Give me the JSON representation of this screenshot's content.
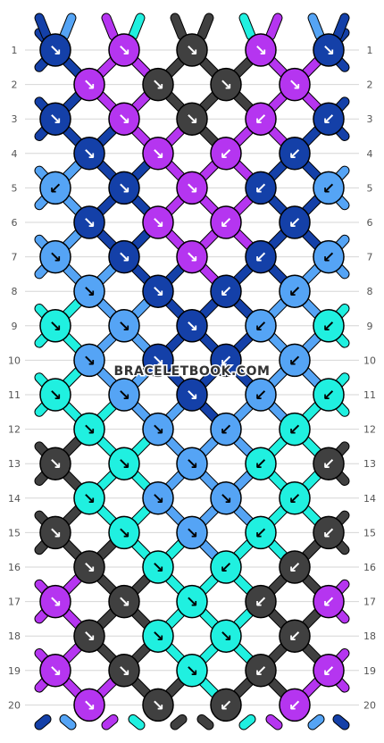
{
  "pattern": {
    "strand_letters_top": [
      "B",
      "C",
      "A",
      "D",
      "E",
      "E",
      "D",
      "A",
      "C",
      "B"
    ],
    "strand_letters_bottom": [
      "B",
      "C",
      "A",
      "D",
      "E",
      "E",
      "D",
      "A",
      "C",
      "B"
    ],
    "row_numbers": [
      "1",
      "2",
      "3",
      "4",
      "5",
      "6",
      "7",
      "8",
      "9",
      "10",
      "11",
      "12",
      "13",
      "14",
      "15",
      "16",
      "17",
      "18",
      "19",
      "20"
    ],
    "watermark": "BRACELETBOOK.COM",
    "colors": {
      "A": "#b535f0",
      "B": "#1440a8",
      "C": "#55a4f5",
      "D": "#20f0e0",
      "E": "#404040"
    },
    "rows": [
      [
        {
          "c": "B",
          "d": "↘"
        },
        {
          "c": "A",
          "d": "↘"
        },
        {
          "c": "E",
          "d": "↘"
        },
        {
          "c": "A",
          "d": "↘"
        },
        {
          "c": "B",
          "d": "↘"
        }
      ],
      [
        {
          "c": "A",
          "d": "↘"
        },
        {
          "c": "E",
          "d": "↘"
        },
        {
          "c": "E",
          "d": "↘"
        },
        {
          "c": "A",
          "d": "↘"
        }
      ],
      [
        {
          "c": "B",
          "d": "↘"
        },
        {
          "c": "A",
          "d": "↘"
        },
        {
          "c": "E",
          "d": "↘"
        },
        {
          "c": "A",
          "d": "↙"
        },
        {
          "c": "B",
          "d": "↙"
        }
      ],
      [
        {
          "c": "B",
          "d": "↘"
        },
        {
          "c": "A",
          "d": "↘"
        },
        {
          "c": "A",
          "d": "↙"
        },
        {
          "c": "B",
          "d": "↙"
        }
      ],
      [
        {
          "c": "C",
          "d": "↙"
        },
        {
          "c": "B",
          "d": "↘"
        },
        {
          "c": "A",
          "d": "↘"
        },
        {
          "c": "B",
          "d": "↙"
        },
        {
          "c": "C",
          "d": "↙"
        }
      ],
      [
        {
          "c": "B",
          "d": "↘"
        },
        {
          "c": "A",
          "d": "↘"
        },
        {
          "c": "A",
          "d": "↙"
        },
        {
          "c": "B",
          "d": "↙"
        }
      ],
      [
        {
          "c": "C",
          "d": "↘"
        },
        {
          "c": "B",
          "d": "↘"
        },
        {
          "c": "A",
          "d": "↘"
        },
        {
          "c": "B",
          "d": "↙"
        },
        {
          "c": "C",
          "d": "↙"
        }
      ],
      [
        {
          "c": "C",
          "d": "↘"
        },
        {
          "c": "B",
          "d": "↘"
        },
        {
          "c": "B",
          "d": "↙"
        },
        {
          "c": "C",
          "d": "↙"
        }
      ],
      [
        {
          "c": "D",
          "d": "↘"
        },
        {
          "c": "C",
          "d": "↘"
        },
        {
          "c": "B",
          "d": "↘"
        },
        {
          "c": "C",
          "d": "↙"
        },
        {
          "c": "D",
          "d": "↙"
        }
      ],
      [
        {
          "c": "C",
          "d": "↘"
        },
        {
          "c": "B",
          "d": "↘"
        },
        {
          "c": "B",
          "d": "↙"
        },
        {
          "c": "C",
          "d": "↙"
        }
      ],
      [
        {
          "c": "D",
          "d": "↘"
        },
        {
          "c": "C",
          "d": "↘"
        },
        {
          "c": "B",
          "d": "↘"
        },
        {
          "c": "C",
          "d": "↙"
        },
        {
          "c": "D",
          "d": "↙"
        }
      ],
      [
        {
          "c": "D",
          "d": "↘"
        },
        {
          "c": "C",
          "d": "↘"
        },
        {
          "c": "C",
          "d": "↙"
        },
        {
          "c": "D",
          "d": "↙"
        }
      ],
      [
        {
          "c": "E",
          "d": "↘"
        },
        {
          "c": "D",
          "d": "↘"
        },
        {
          "c": "C",
          "d": "↘"
        },
        {
          "c": "D",
          "d": "↙"
        },
        {
          "c": "E",
          "d": "↙"
        }
      ],
      [
        {
          "c": "D",
          "d": "↘"
        },
        {
          "c": "C",
          "d": "↘"
        },
        {
          "c": "C",
          "d": "↘"
        },
        {
          "c": "D",
          "d": "↙"
        }
      ],
      [
        {
          "c": "E",
          "d": "↘"
        },
        {
          "c": "D",
          "d": "↘"
        },
        {
          "c": "C",
          "d": "↘"
        },
        {
          "c": "D",
          "d": "↙"
        },
        {
          "c": "E",
          "d": "↙"
        }
      ],
      [
        {
          "c": "E",
          "d": "↘"
        },
        {
          "c": "D",
          "d": "↘"
        },
        {
          "c": "D",
          "d": "↙"
        },
        {
          "c": "E",
          "d": "↙"
        }
      ],
      [
        {
          "c": "A",
          "d": "↘"
        },
        {
          "c": "E",
          "d": "↘"
        },
        {
          "c": "D",
          "d": "↘"
        },
        {
          "c": "E",
          "d": "↙"
        },
        {
          "c": "A",
          "d": "↙"
        }
      ],
      [
        {
          "c": "E",
          "d": "↘"
        },
        {
          "c": "D",
          "d": "↘"
        },
        {
          "c": "D",
          "d": "↘"
        },
        {
          "c": "E",
          "d": "↙"
        }
      ],
      [
        {
          "c": "A",
          "d": "↘"
        },
        {
          "c": "E",
          "d": "↘"
        },
        {
          "c": "D",
          "d": "↘"
        },
        {
          "c": "E",
          "d": "↙"
        },
        {
          "c": "A",
          "d": "↙"
        }
      ],
      [
        {
          "c": "A",
          "d": "↘"
        },
        {
          "c": "E",
          "d": "↘"
        },
        {
          "c": "E",
          "d": "↙"
        },
        {
          "c": "A",
          "d": "↙"
        }
      ]
    ]
  }
}
